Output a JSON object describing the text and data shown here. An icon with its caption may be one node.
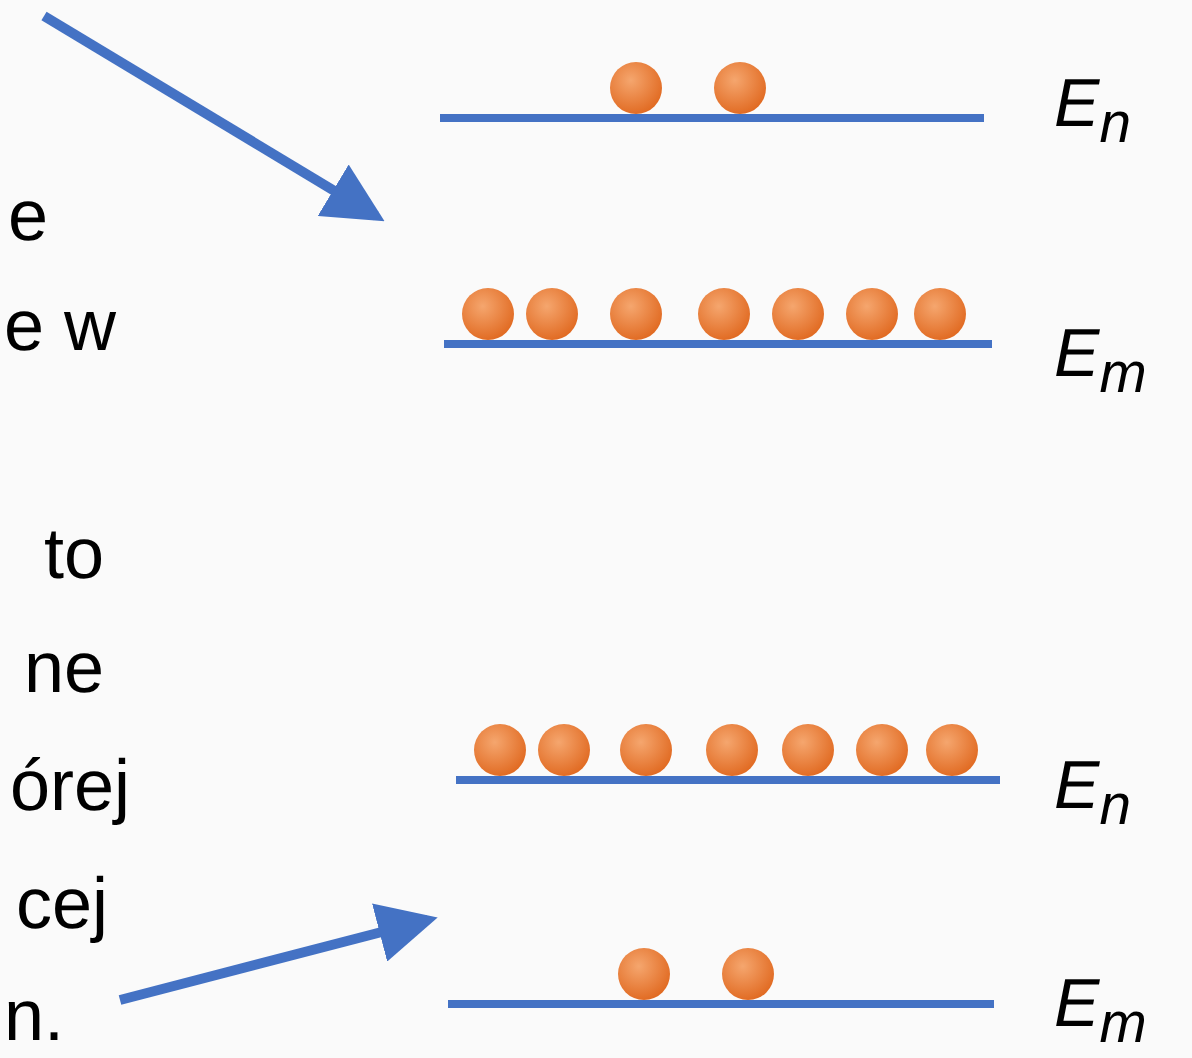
{
  "diagram": {
    "labels": [
      "e",
      "e w",
      "to",
      "ne",
      "órej",
      "cej",
      "n.",
      "E$_{n}$",
      "E$_{m}$",
      "E$_{n}$",
      "E$_{m}$"
    ]
  }
}
